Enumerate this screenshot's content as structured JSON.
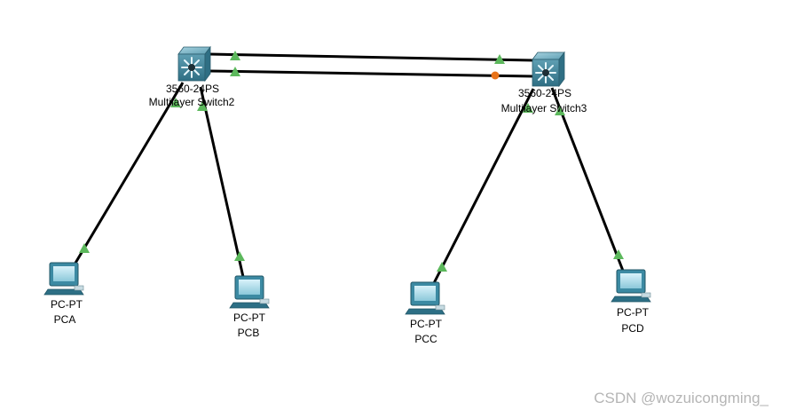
{
  "devices": {
    "switch2": {
      "model": "3560-24PS",
      "name": "Multilayer Switch2"
    },
    "switch3": {
      "model": "3560-24PS",
      "name": "Multilayer Switch3"
    },
    "pca": {
      "type": "PC-PT",
      "name": "PCA"
    },
    "pcb": {
      "type": "PC-PT",
      "name": "PCB"
    },
    "pcc": {
      "type": "PC-PT",
      "name": "PCC"
    },
    "pcd": {
      "type": "PC-PT",
      "name": "PCD"
    }
  },
  "links": [
    {
      "from": "switch2",
      "to": "switch3",
      "status_from": "up",
      "status_to": "up"
    },
    {
      "from": "switch2",
      "to": "switch3",
      "status_from": "up",
      "status_to": "blocking"
    },
    {
      "from": "switch2",
      "to": "pca",
      "status_from": "up",
      "status_to": "up"
    },
    {
      "from": "switch2",
      "to": "pcb",
      "status_from": "up",
      "status_to": "up"
    },
    {
      "from": "switch3",
      "to": "pcc",
      "status_from": "up",
      "status_to": "up"
    },
    {
      "from": "switch3",
      "to": "pcd",
      "status_from": "up",
      "status_to": "up"
    }
  ],
  "colors": {
    "link": "#000000",
    "up": "#5cb85c",
    "blocking": "#e8731a",
    "switch": "#4f8fa3",
    "pc": "#4a9ab5"
  },
  "watermark": "CSDN @wozuicongming_"
}
